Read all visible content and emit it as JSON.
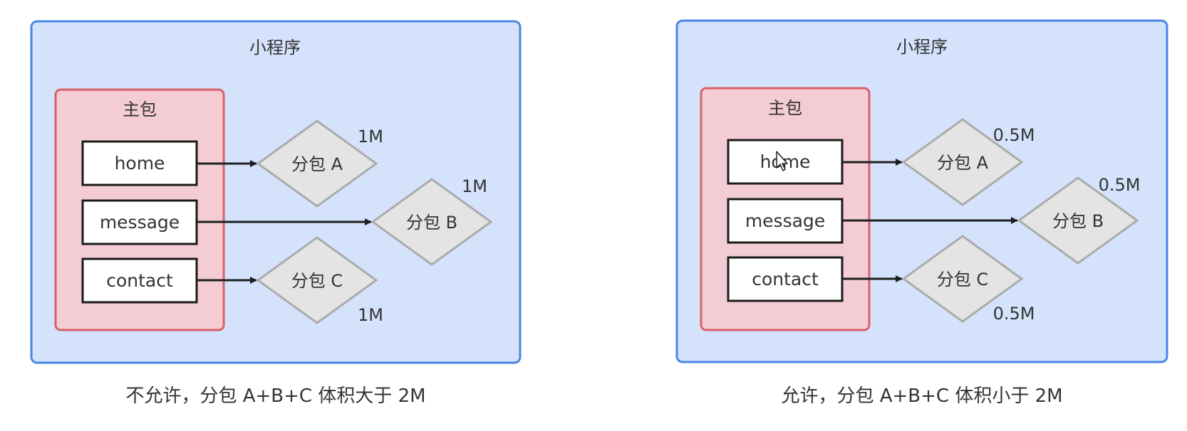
{
  "diagrams": [
    {
      "container_label": "小程序",
      "main_package_label": "主包",
      "pages": [
        "home",
        "message",
        "contact"
      ],
      "subpackages": [
        {
          "label": "分包 A",
          "size": "1M"
        },
        {
          "label": "分包 B",
          "size": "1M"
        },
        {
          "label": "分包 C",
          "size": "1M"
        }
      ],
      "caption": "不允许，分包 A+B+C 体积大于 2M"
    },
    {
      "container_label": "小程序",
      "main_package_label": "主包",
      "pages": [
        "home",
        "message",
        "contact"
      ],
      "subpackages": [
        {
          "label": "分包 A",
          "size": "0.5M"
        },
        {
          "label": "分包 B",
          "size": "0.5M"
        },
        {
          "label": "分包 C",
          "size": "0.5M"
        }
      ],
      "caption": "允许，分包 A+B+C 体积小于 2M"
    }
  ],
  "colors": {
    "container_fill": "#d4e3fb",
    "container_stroke": "#4a86e8",
    "main_fill": "#f4ccd4",
    "main_stroke": "#d9606a",
    "diamond_fill": "#e4e4e4",
    "diamond_stroke": "#ababab",
    "text": "#333333",
    "page_stroke": "#1a1a1a",
    "arrow": "#1f1f1f"
  },
  "icons": [
    "mouse-cursor-icon"
  ]
}
